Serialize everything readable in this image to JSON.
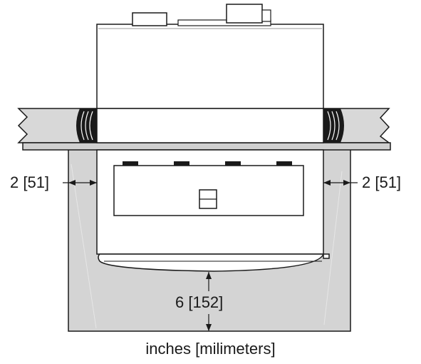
{
  "dimensions": {
    "left_clearance": "2 [51]",
    "right_clearance": "2 [51]",
    "bottom_clearance": "6 [152]"
  },
  "units_caption": "inches [milimeters]",
  "colors": {
    "line": "#1a1a1a",
    "clearance_zone": "#d4d4d4",
    "countertop": "#d8d8d8",
    "appliance_body": "#ffffff",
    "panel": "#ffffff",
    "bracket": "#1a1a1a"
  }
}
